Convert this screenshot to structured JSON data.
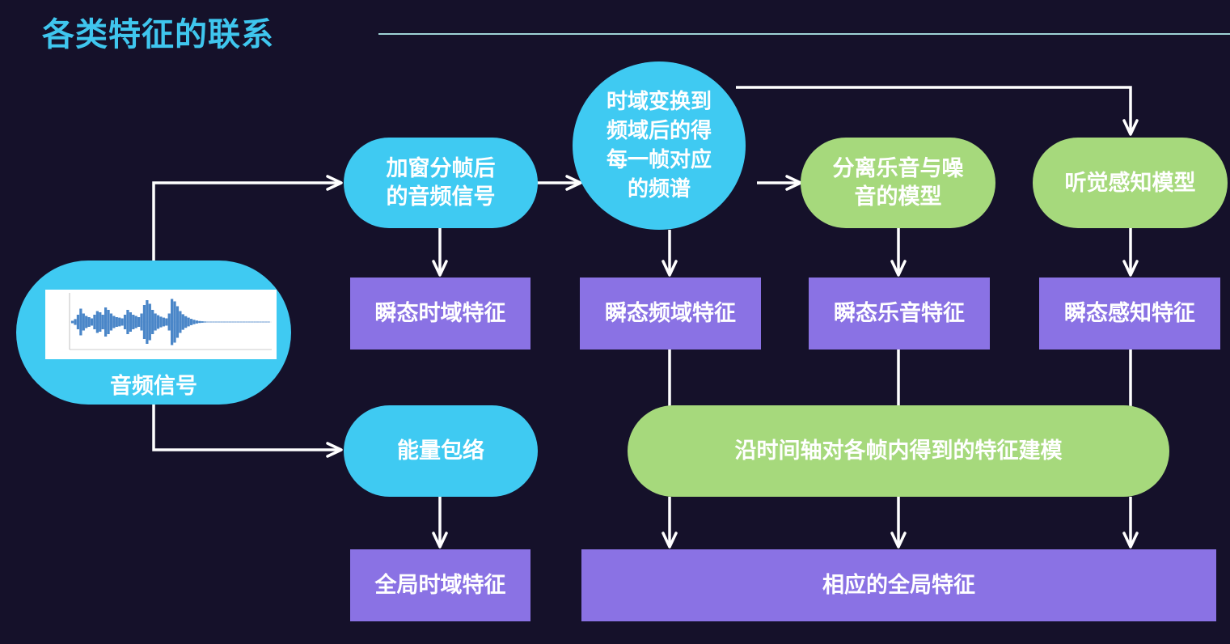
{
  "title": "各类特征的联系",
  "colors": {
    "background": "#15112a",
    "title": "#3fc6ee",
    "cyan_node": "#3fcaf2",
    "green_node": "#a6d97c",
    "purple_box": "#8a72e4",
    "arrow": "#ffffff"
  },
  "nodes": {
    "audio_signal": "音频信号",
    "windowed_frames": "加窗分帧后\n的音频信号",
    "spectrum": "时域变换到\n频域后的得\n每一帧对应\n的频谱",
    "music_noise_model": "分离乐音与噪\n音的模型",
    "auditory_model": "听觉感知模型",
    "energy_envelope": "能量包络",
    "temporal_modeling": "沿时间轴对各帧内得到的特征建模"
  },
  "features": {
    "instant_time": "瞬态时域特征",
    "instant_freq": "瞬态频域特征",
    "instant_music": "瞬态乐音特征",
    "instant_perceptual": "瞬态感知特征",
    "global_time": "全局时域特征",
    "global_corresponding": "相应的全局特征"
  },
  "waveform": {
    "amplitudes": [
      0.05,
      0.12,
      0.3,
      0.55,
      0.35,
      0.25,
      0.2,
      0.15,
      0.3,
      0.45,
      0.4,
      0.3,
      0.6,
      0.5,
      0.35,
      0.25,
      0.2,
      0.18,
      0.15,
      0.3,
      0.5,
      0.4,
      0.3,
      0.25,
      0.2,
      0.35,
      0.7,
      0.9,
      0.75,
      0.5,
      0.35,
      0.28,
      0.22,
      0.18,
      0.15,
      0.35,
      0.95,
      0.85,
      0.65,
      0.45,
      0.32,
      0.24,
      0.18,
      0.13,
      0.09,
      0.06,
      0.04,
      0.03,
      0.02,
      0.01,
      0.01,
      0.01,
      0.005,
      0.005,
      0.005,
      0.005,
      0.005,
      0.005,
      0.005,
      0.005,
      0.005,
      0.005,
      0.005,
      0.005,
      0.005,
      0.005,
      0.005,
      0.005,
      0.005,
      0.005,
      0.005,
      0.005
    ],
    "color": "#4a86c8"
  }
}
